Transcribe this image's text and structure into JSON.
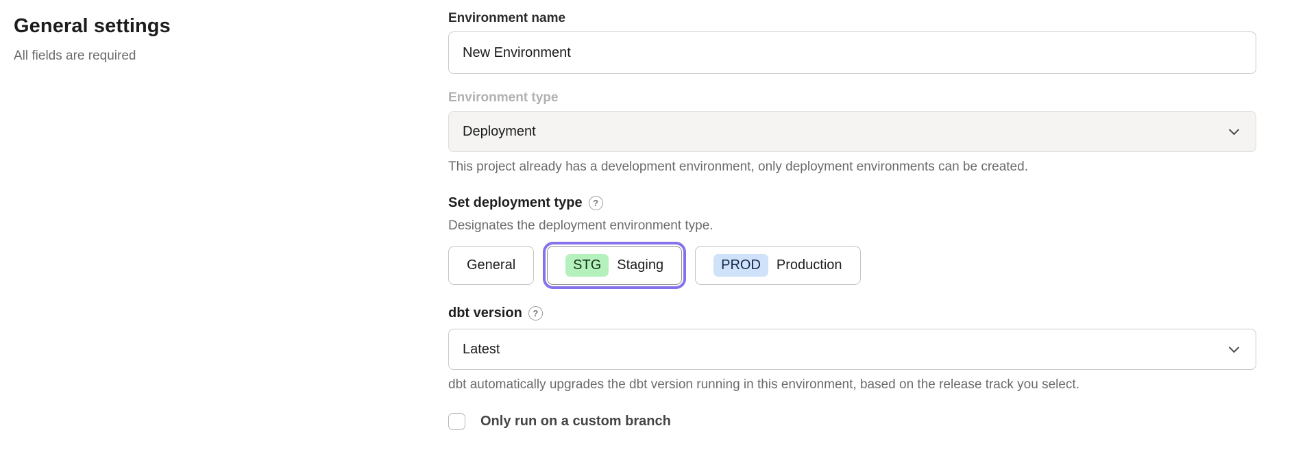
{
  "left_panel": {
    "title": "General settings",
    "subtitle": "All fields are required"
  },
  "form": {
    "environment_name": {
      "label": "Environment name",
      "value": "New Environment"
    },
    "environment_type": {
      "label": "Environment type",
      "value": "Deployment",
      "disabled": true,
      "helper": "This project already has a development environment, only deployment environments can be created."
    },
    "deployment_type": {
      "label": "Set deployment type",
      "help_glyph": "?",
      "helper": "Designates the deployment environment type.",
      "options": [
        {
          "label": "General",
          "badge": "",
          "selected": false
        },
        {
          "label": "Staging",
          "badge": "STG",
          "selected": true
        },
        {
          "label": "Production",
          "badge": "PROD",
          "selected": false
        }
      ]
    },
    "dbt_version": {
      "label": "dbt version",
      "help_glyph": "?",
      "value": "Latest",
      "helper": "dbt automatically upgrades the dbt version running in this environment, based on the release track you select."
    },
    "custom_branch": {
      "label": "Only run on a custom branch",
      "checked": false
    }
  },
  "icons": {
    "environment_type_trailing": "chevron-down",
    "dbt_version_trailing": "chevron-down",
    "deployment_type_help": "question-mark-circle",
    "dbt_version_help": "question-mark-circle"
  },
  "colors": {
    "staging_badge_bg": "#b4f1bc",
    "production_badge_bg": "#cfe2fa",
    "selected_ring": "#8671ec",
    "disabled_field_bg": "#f5f4f3"
  }
}
